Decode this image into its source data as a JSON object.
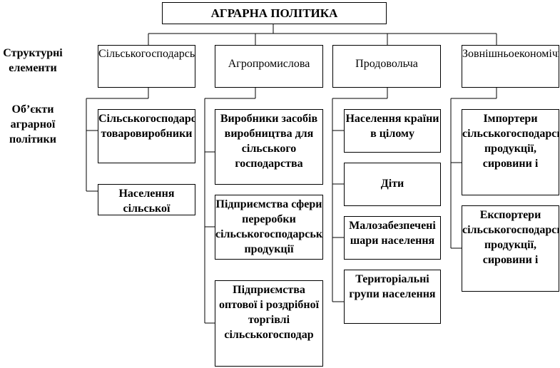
{
  "title": "АГРАРНА ПОЛІТИКА",
  "side_labels": {
    "structural": "Структурні елементи",
    "objects": "Об’єкти аграрної політики"
  },
  "categories": [
    {
      "label": "Сільськогосподарська",
      "objects": [
        "Сільськогосподарські товаровиробники",
        "Населення сільської"
      ]
    },
    {
      "label": "Агропромислова",
      "objects": [
        "Виробники засобів виробництва для сільського господарства",
        "Підприємства сфери переробки сільськогосподарської продукції",
        "Підприємства оптової і роздрібної торгівлі сільськогосподар"
      ]
    },
    {
      "label": "Продовольча",
      "objects": [
        "Населення країни в цілому",
        "Діти",
        "Малозабезпечені шари населення",
        "Територіальні групи населення"
      ]
    },
    {
      "label": "Зовнішньоекономічна",
      "objects": [
        "Імпортери сільськогосподарської продукції, сировини і",
        "Експортери сільськогосподарської продукції, сировини і"
      ]
    }
  ]
}
